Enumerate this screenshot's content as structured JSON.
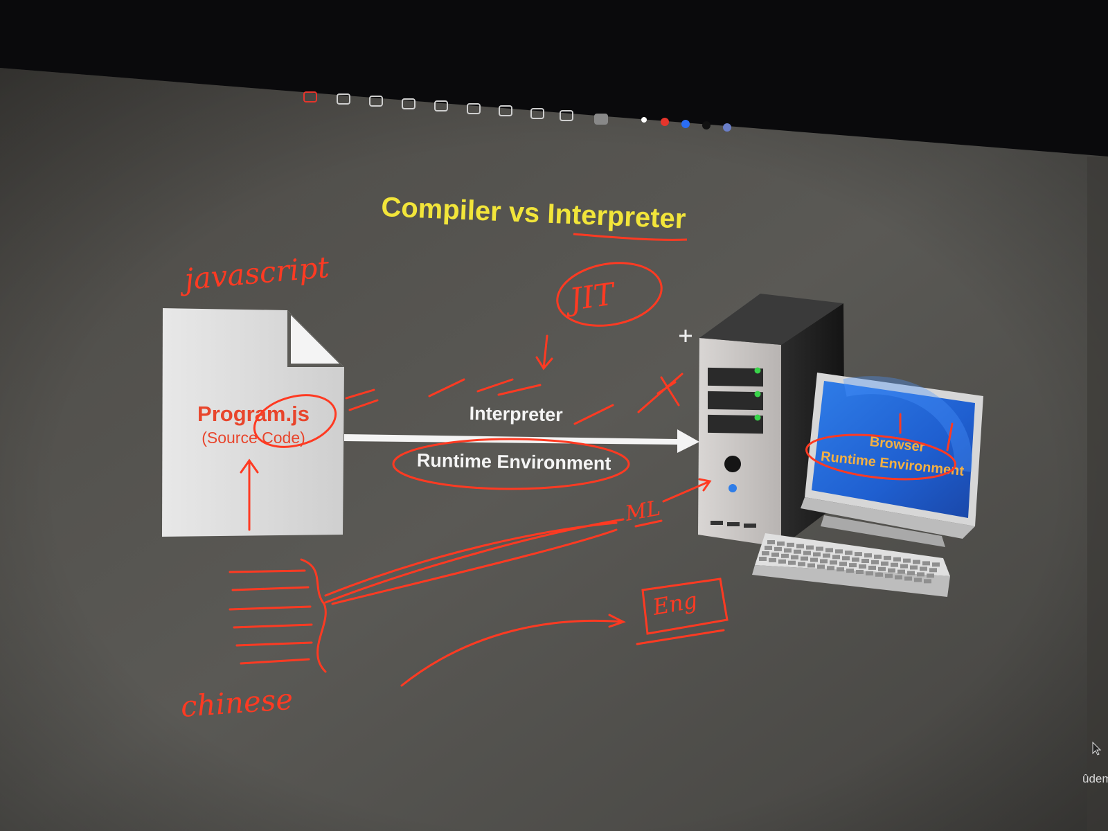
{
  "slide": {
    "title_part1": "Compiler vs ",
    "title_part2": "Interpreter",
    "file_name": "Program.js",
    "file_caption": "(Source Code)",
    "arrow_label_top": "Interpreter",
    "arrow_label_bottom": "Runtime Environment",
    "monitor_line1": "Browser",
    "monitor_line2": "Runtime Environment",
    "watermark": "ûdemy"
  },
  "annotations": {
    "javascript": "javascript",
    "jit": "JIT",
    "ml": "ML",
    "eng": "Eng",
    "chinese": "chinese"
  },
  "colors": {
    "title": "#f2e53a",
    "ink": "#ff3a22",
    "file_text": "#e8452c",
    "slide_bg": "#5b5a56",
    "monitor_screen": "#1f63d8",
    "monitor_text": "#f4b042"
  },
  "toolbar": {
    "icons": [
      "pen-icon",
      "eraser-icon",
      "highlighter-icon",
      "shapes-icon",
      "lasso-icon",
      "text-icon",
      "image-icon",
      "upload-icon",
      "link-icon",
      "grid-icon"
    ],
    "color_swatches": [
      "#ffffff",
      "#e6352c",
      "#2a6df4",
      "#111111",
      "#6a7ec8"
    ]
  }
}
